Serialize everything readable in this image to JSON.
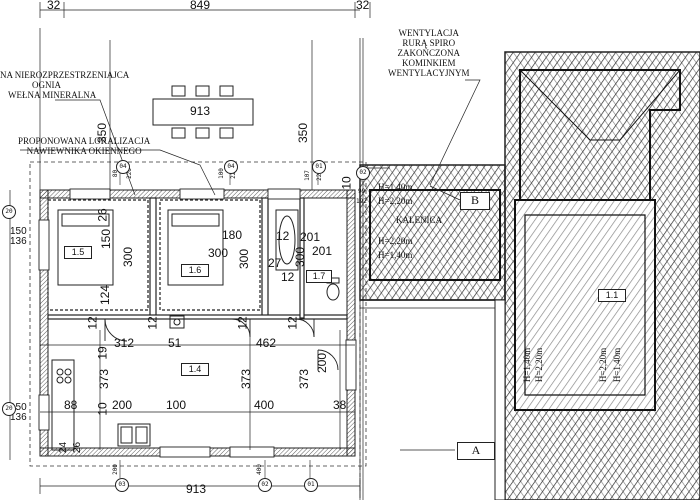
{
  "annotations": {
    "insulation": [
      "NA NIEROZPRZESTRZENIAJCA",
      "OGNIA",
      "WEŁNA MINERALNA"
    ],
    "trickle_vent": [
      "PROPONOWANA LOKALIZACJA",
      "NAWIEWNIKA OKIENNEGO"
    ],
    "ventilation": [
      "WENTYLACJA",
      "RURĄ SPIRO",
      "ZAKOŃCZONA",
      "KOMINKIEM",
      "WENTYLACYJNYM"
    ],
    "kalenica": "KALENICA",
    "height_top_1": "H=1,40m",
    "height_top_2": "H=2,20m",
    "height_mid_1": "H=2,20m",
    "height_mid_2": "H=1,40m",
    "height_bot_1": "H=1,40m",
    "height_bot_2": "H=2,20m",
    "height_bot_3": "H=2,20m",
    "height_bot_4": "H=1,40m"
  },
  "dimensions": {
    "top_left": "32",
    "top_total": "849",
    "top_right": "32",
    "table_top": "913",
    "bottom_total": "913",
    "v_left": "350",
    "v_right": "350",
    "top_right_10": "10",
    "r1_h": "150",
    "r1_top": "26",
    "r1_bottom": "124",
    "r2_h": "300",
    "r2_w": "180",
    "r2_h2": "300",
    "r2_top": "300",
    "bath_w": "201",
    "bath_w2": "201",
    "bath_12a": "12",
    "bath_12b": "12",
    "bath_300": "300",
    "bath_pipes": "27",
    "wall_12a": "12",
    "wall_12b": "12",
    "wall_12c": "12",
    "wall_12d": "12",
    "wall_19": "19",
    "living_312": "312",
    "living_51": "51",
    "living_462": "462",
    "living_373a": "373",
    "living_373b": "373",
    "living_373c": "373",
    "living_200v": "200",
    "bot_88": "88",
    "bot_10": "10",
    "bot_200": "200",
    "bot_100": "100",
    "bot_400": "400",
    "bot_38": "38",
    "left_150a": "150",
    "left_136a": "136",
    "left_150b": "150",
    "left_136b": "136",
    "left_24": "24",
    "left_26": "26",
    "small_80": "80",
    "small_226": "226",
    "small_100": "100",
    "small_226b": "226",
    "small_400": "400",
    "small_200": "200",
    "small_107": "107",
    "small_226c": "226",
    "small_99": "99",
    "small_192": "192"
  },
  "axes": {
    "a01": "01",
    "a04a": "04",
    "a04b": "04",
    "a02": "02",
    "a03": "03",
    "a02b": "02",
    "a01b": "01",
    "a20a": "20",
    "a20b": "20"
  },
  "rooms": {
    "r15": "1.5",
    "r16": "1.6",
    "r17": "1.7",
    "r14": "1.4",
    "r11": "1.1"
  },
  "grid_marks": {
    "a": "A",
    "b": "B"
  },
  "colors": {
    "line": "#1a1a1a",
    "hatch": "#3a3a3a",
    "wall": "#2b2b2b",
    "paper": "#ffffff"
  }
}
